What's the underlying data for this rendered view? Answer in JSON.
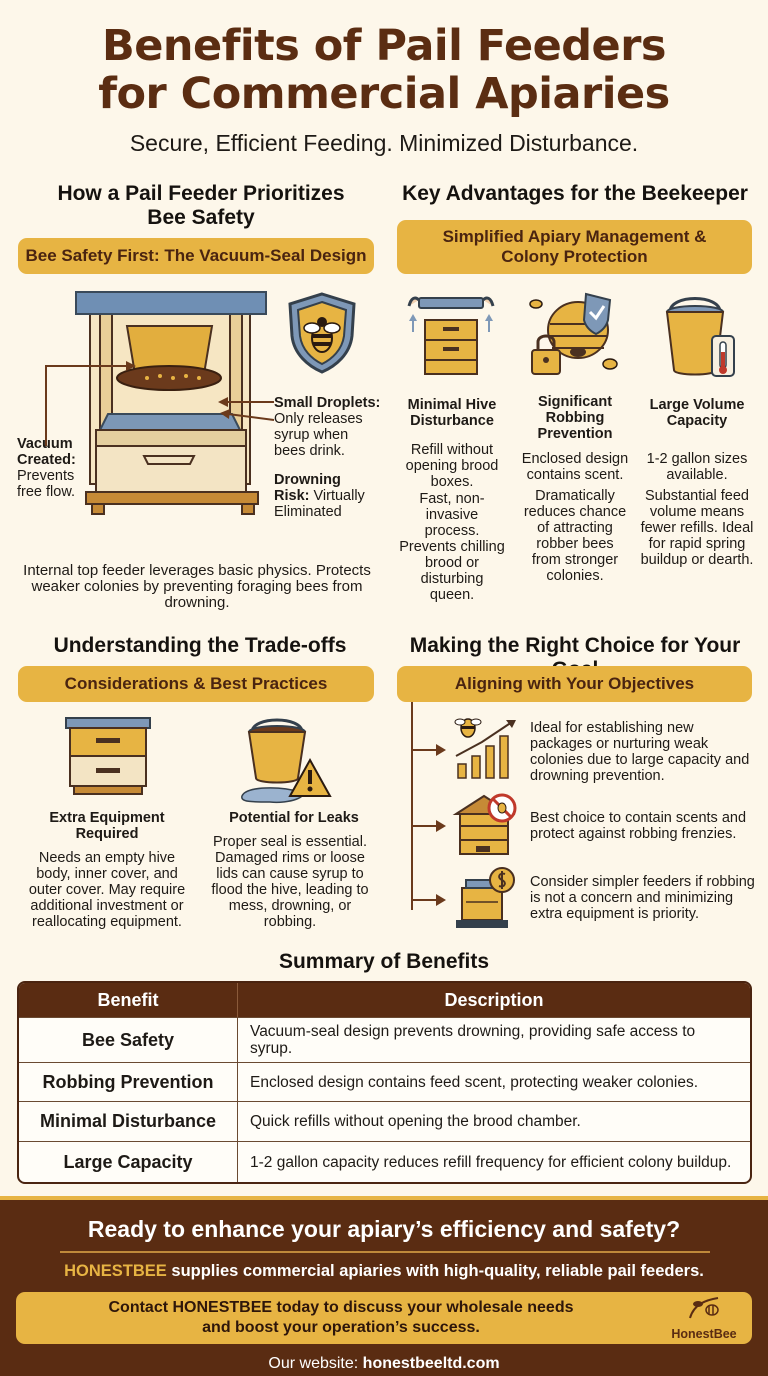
{
  "header": {
    "title_line1": "Benefits of Pail Feeders",
    "title_line2": "for Commercial Apiaries",
    "subtitle": "Secure, Efficient Feeding. Minimized Disturbance."
  },
  "safety": {
    "heading_line1": "How a Pail Feeder Prioritizes",
    "heading_line2": "Bee Safety",
    "pill": "Bee Safety First: The Vacuum-Seal Design",
    "vacuum_label": "Vacuum Created:",
    "vacuum_text": "Prevents free flow.",
    "droplets_label": "Small Droplets:",
    "droplets_text": "Only releases syrup when bees drink.",
    "drowning_label": "Drowning Risk:",
    "drowning_text": "Virtually Eliminated",
    "description": "Internal top feeder leverages basic physics. Protects weaker colonies by preventing foraging bees from drowning.",
    "icons": [
      "hive-with-pail-icon",
      "bee-shield-icon"
    ]
  },
  "advantages": {
    "heading": "Key Advantages for the Beekeeper",
    "pill_line1": "Simplified Apiary Management &",
    "pill_line2": "Colony Protection",
    "items": [
      {
        "title": "Minimal Hive Disturbance",
        "text1": "Refill without opening brood boxes.",
        "text2": "Fast, non-invasive process. Prevents chilling brood or disturbing queen.",
        "icon": "hive-lift-icon"
      },
      {
        "title": "Significant Robbing Prevention",
        "text1": "Enclosed design contains scent.",
        "text2": "Dramatically reduces chance of attracting robber bees from stronger colonies.",
        "icon": "lock-skep-icon"
      },
      {
        "title": "Large Volume Capacity",
        "text1": "1-2 gallon sizes available.",
        "text2": "Substantial feed volume means fewer refills. Ideal for rapid spring buildup or dearth.",
        "icon": "bucket-gauge-icon"
      }
    ]
  },
  "tradeoffs": {
    "heading": "Understanding the Trade-offs",
    "pill": "Considerations & Best Practices",
    "items": [
      {
        "title": "Extra Equipment Required",
        "text": "Needs an empty hive body, inner cover, and outer cover. May require additional investment or reallocating equipment.",
        "icon": "stacked-hive-icon"
      },
      {
        "title": "Potential for Leaks",
        "text": "Proper seal is essential. Damaged rims or loose lids can cause syrup to flood the hive, leading to mess, drowning, or robbing.",
        "icon": "leaking-bucket-warning-icon"
      }
    ]
  },
  "choice": {
    "heading": "Making the Right Choice for Your Goal",
    "pill": "Aligning with Your Objectives",
    "items": [
      {
        "text": "Ideal for establishing new packages or nurturing weak colonies due to large capacity and drowning prevention.",
        "icon": "bee-growth-chart-icon"
      },
      {
        "text": "Best choice to contain scents and protect against robbing frenzies.",
        "icon": "hive-no-robbing-icon"
      },
      {
        "text": "Consider simpler feeders if robbing is not a concern and minimizing extra equipment is priority.",
        "icon": "feeder-cost-icon"
      }
    ]
  },
  "summary": {
    "heading": "Summary of Benefits",
    "columns": [
      "Benefit",
      "Description"
    ],
    "rows": [
      {
        "benefit": "Bee Safety",
        "description": "Vacuum-seal design prevents drowning, providing safe access to syrup."
      },
      {
        "benefit": "Robbing Prevention",
        "description": "Enclosed design contains feed scent, protecting weaker colonies."
      },
      {
        "benefit": "Minimal Disturbance",
        "description": "Quick refills without opening the brood chamber."
      },
      {
        "benefit": "Large Capacity",
        "description": "1-2 gallon capacity reduces refill frequency for efficient colony buildup."
      }
    ]
  },
  "footer": {
    "title": "Ready to enhance your apiary’s efficiency and safety?",
    "brand": "HONESTBEE",
    "line": " supplies commercial apiaries with high-quality, reliable pail feeders.",
    "cta_line1": "Contact HONESTBEE today to discuss your wholesale needs",
    "cta_line2": "and boost your operation’s success.",
    "logo_text": "HonestBee",
    "website_label": "Our website: ",
    "website": "honestbeeltd.com"
  },
  "colors": {
    "title_brown": "#5b2d12",
    "gold": "#e7b443",
    "dark_brown": "#5a2c12",
    "background": "#fdf7ea"
  }
}
